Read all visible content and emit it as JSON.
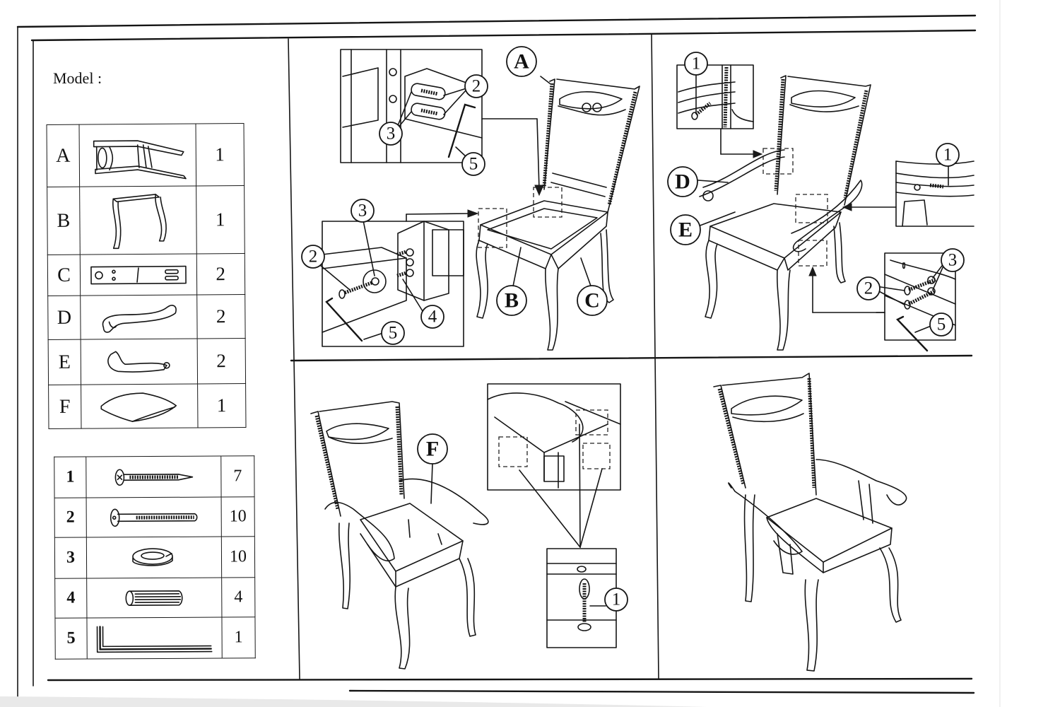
{
  "document": {
    "model_label": "Model :",
    "parts": [
      {
        "id": "A",
        "name": "chair-back-frame",
        "qty": "1"
      },
      {
        "id": "B",
        "name": "front-leg-frame",
        "qty": "1"
      },
      {
        "id": "C",
        "name": "side-rail",
        "qty": "2"
      },
      {
        "id": "D",
        "name": "armrest",
        "qty": "2"
      },
      {
        "id": "E",
        "name": "arm-support",
        "qty": "2"
      },
      {
        "id": "F",
        "name": "seat-cushion",
        "qty": "1"
      }
    ],
    "hardware": [
      {
        "id": "1",
        "name": "wood-screw",
        "qty": "7"
      },
      {
        "id": "2",
        "name": "hex-bolt",
        "qty": "10"
      },
      {
        "id": "3",
        "name": "spring-washer",
        "qty": "10"
      },
      {
        "id": "4",
        "name": "wooden-dowel",
        "qty": "4"
      },
      {
        "id": "5",
        "name": "allen-key",
        "qty": "1"
      }
    ],
    "steps": [
      {
        "step": 1,
        "callouts": {
          "part_a": "A",
          "part_b": "B",
          "part_c": "C"
        },
        "detail_top": {
          "bolt": "2",
          "washer": "3",
          "key": "5"
        },
        "detail_bottom": {
          "bolt": "2",
          "washer": "3",
          "dowel": "4",
          "key": "5"
        }
      },
      {
        "step": 2,
        "callouts": {
          "part_d": "D",
          "part_e": "E"
        },
        "detail_top_left": {
          "screw": "1"
        },
        "detail_right": {
          "screw": "1"
        },
        "detail_bottom_right": {
          "bolt": "2",
          "washer": "3",
          "key": "5"
        }
      },
      {
        "step": 3,
        "callouts": {
          "part_f": "F"
        },
        "detail_screw": {
          "screw": "1"
        }
      },
      {
        "step": 4,
        "caption": ""
      }
    ]
  }
}
